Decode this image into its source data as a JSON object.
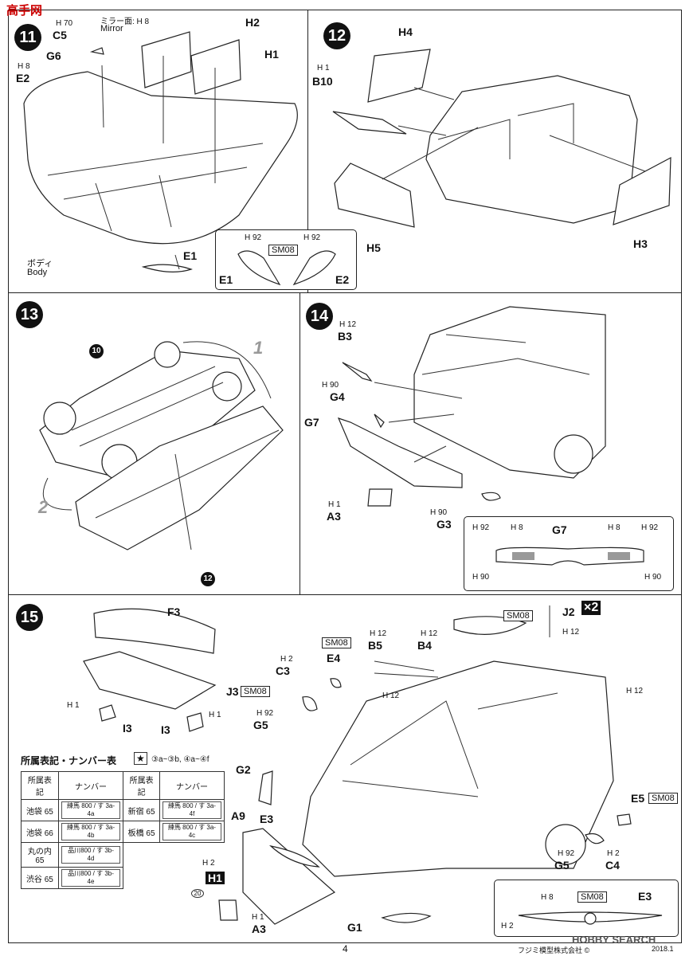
{
  "corner_logo": "高手网",
  "step11": {
    "number": "11",
    "labels": {
      "C5": "C5",
      "H70": "H 70",
      "mirror_jp": "ミラー面: H 8",
      "mirror_en": "Mirror",
      "H2": "H2",
      "H1": "H1",
      "G6": "G6",
      "H8": "H 8",
      "E2": "E2",
      "body_jp": "ボディ",
      "body_en": "Body",
      "E1": "E1"
    },
    "inset": {
      "h92a": "H 92",
      "h92b": "H 92",
      "sm08": "SM08",
      "e1": "E1",
      "e2": "E2"
    }
  },
  "step12": {
    "number": "12",
    "labels": {
      "H4": "H4",
      "H1": "H 1",
      "B10": "B10",
      "H5": "H5",
      "H3": "H3"
    }
  },
  "step13": {
    "number": "13",
    "ref10": "10",
    "ref12": "12",
    "arrow1": "1",
    "arrow2": "2"
  },
  "step14": {
    "number": "14",
    "labels": {
      "H12": "H 12",
      "B3": "B3",
      "H90a": "H 90",
      "G4": "G4",
      "G7": "G7",
      "H1": "H 1",
      "A3": "A3",
      "H90b": "H 90",
      "G3": "G3"
    },
    "inset": {
      "h92l": "H 92",
      "h8l": "H 8",
      "g7": "G7",
      "h8r": "H 8",
      "h92r": "H 92",
      "h90l": "H 90",
      "h90r": "H 90"
    }
  },
  "step15": {
    "number": "15",
    "labels": {
      "F3": "F3",
      "J3": "J3",
      "SM08_j3": "SM08",
      "H1a": "H 1",
      "I3a": "I3",
      "I3b": "I3",
      "H1b": "H 1",
      "H2_c3": "H 2",
      "C3": "C3",
      "SM08_e4": "SM08",
      "E4": "E4",
      "H12_b5": "H 12",
      "B5": "B5",
      "H12_b4": "H 12",
      "B4": "B4",
      "SM08_j2": "SM08",
      "J2": "J2",
      "x2": "×2",
      "H12_j2": "H 12",
      "H12_roof": "H 12",
      "H12_center": "H 12",
      "H92_g5": "H 92",
      "G5": "G5",
      "G2": "G2",
      "A9": "A9",
      "E3": "E3",
      "H2_h1": "H 2",
      "H1box": "H1",
      "n20": "20",
      "H1_a3": "H 1",
      "A3": "A3",
      "G1": "G1",
      "E5": "E5",
      "SM08_e5": "SM08",
      "H92_g5b": "H 92",
      "G5b": "G5",
      "H2_c4": "H 2",
      "C4": "C4"
    },
    "inset": {
      "h8": "H 8",
      "sm08": "SM08",
      "e3": "E3",
      "h2": "H 2"
    }
  },
  "number_table": {
    "title": "所属表記・ナンバー表",
    "star_note": "③a~③b, ④a~④f",
    "headers": [
      "所属表記",
      "ナンバー",
      "所属表記",
      "ナンバー"
    ],
    "rows": [
      [
        "池袋 65",
        "練馬 800 / す 3a-4a",
        "新宿 65",
        "練馬 800 / す 3a-4f"
      ],
      [
        "池袋 66",
        "練馬 800 / す 3a-4b",
        "板橋 65",
        "練馬 800 / す 3a-4c"
      ],
      [
        "丸の内65",
        "品川800 / す 3b-4d",
        "",
        ""
      ],
      [
        "渋谷 65",
        "品川800 / す 3b-4e",
        "",
        ""
      ]
    ]
  },
  "footer": {
    "page": "4",
    "maker": "フジミ模型株式会社 ©",
    "date": "2018.1",
    "watermark": "HOBBY SEARCH"
  }
}
